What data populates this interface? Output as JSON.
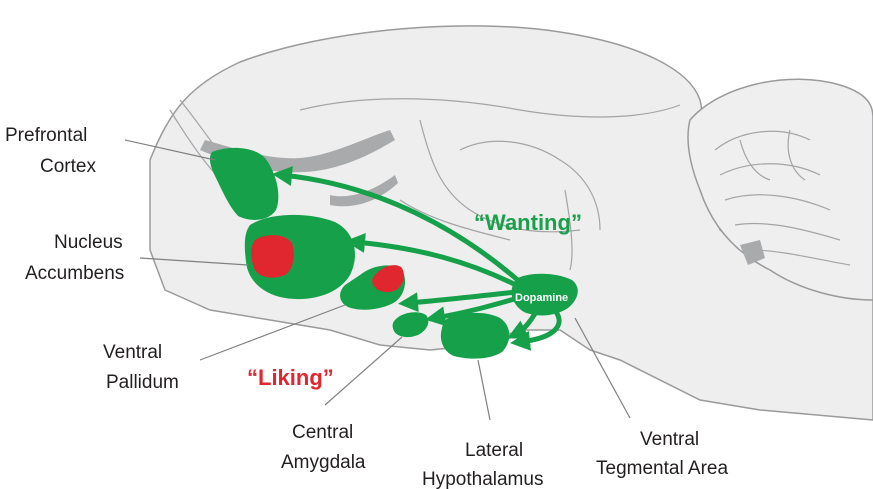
{
  "labels": {
    "prefrontal_line1": "Prefrontal",
    "prefrontal_line2": "Cortex",
    "nucleus_line1": "Nucleus",
    "nucleus_line2": "Accumbens",
    "pallidum_line1": "Ventral",
    "pallidum_line2": "Pallidum",
    "amygdala_line1": "Central",
    "amygdala_line2": "Amygdala",
    "hypo_line1": "Lateral",
    "hypo_line2": "Hypothalamus",
    "vta_line1": "Ventral",
    "vta_line2": "Tegmental Area",
    "wanting": "“Wanting”",
    "liking": "“Liking”",
    "dopamine": "Dopamine"
  },
  "colors": {
    "region_green": "#16a04a",
    "hotspot_red": "#e0262e",
    "brain_fill": "#eeeeef",
    "brain_stroke": "#9a9a9c",
    "ventricle": "#a9aaac"
  }
}
